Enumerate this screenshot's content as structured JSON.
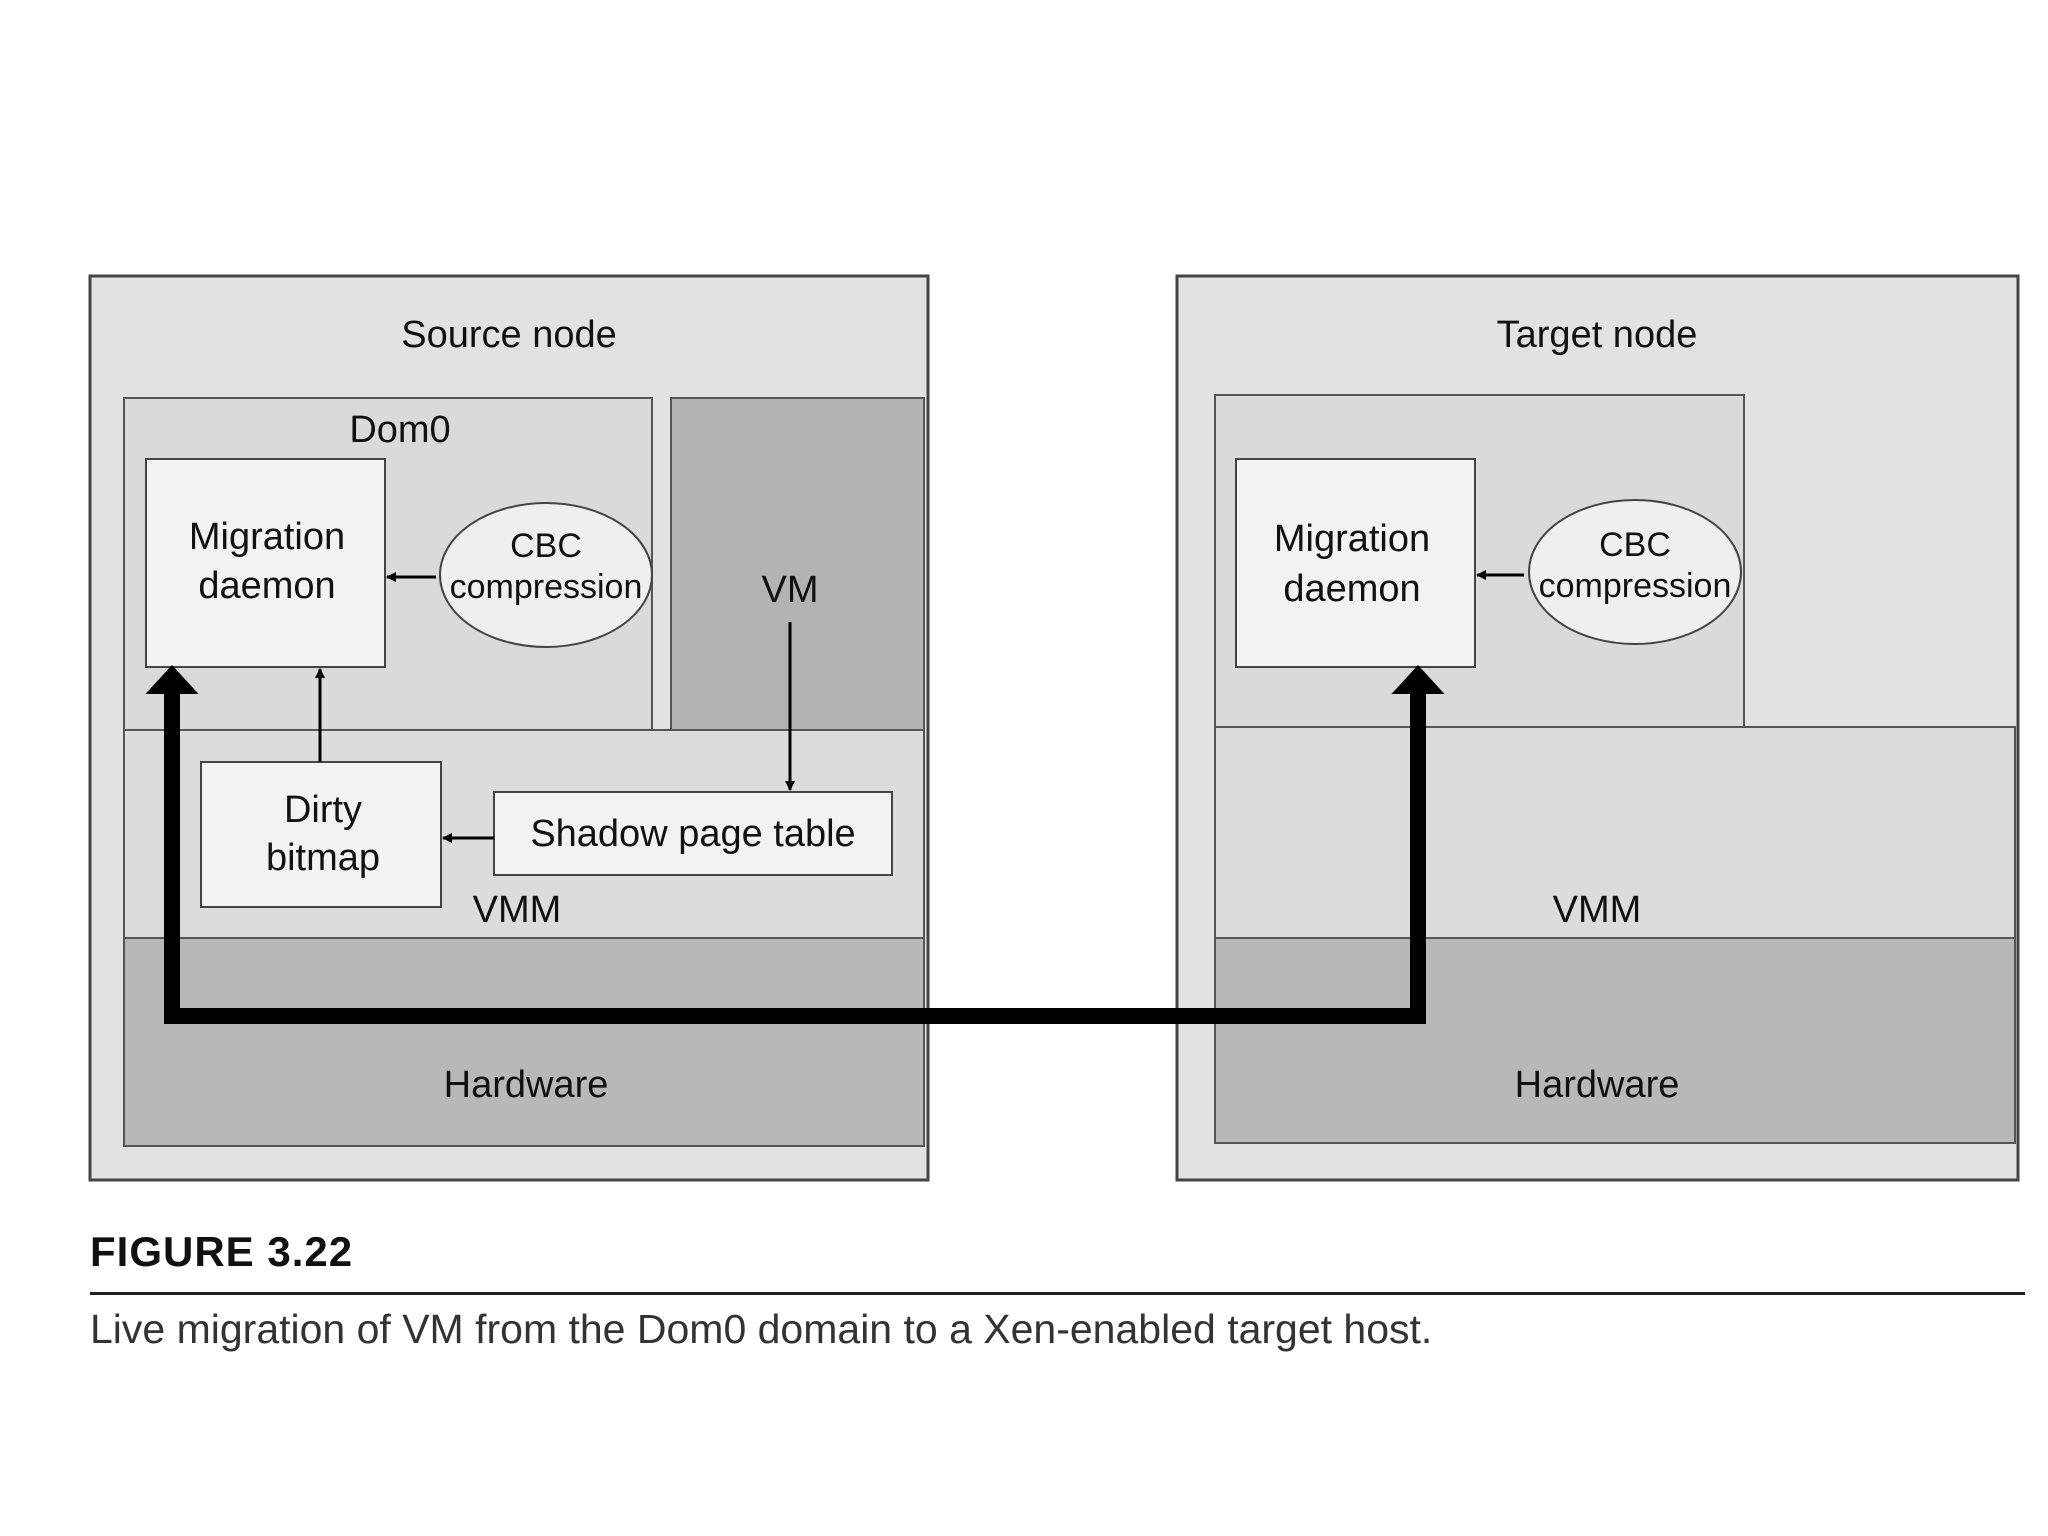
{
  "source_node": {
    "title": "Source node",
    "dom0": "Dom0",
    "migration_daemon": [
      "Migration",
      "daemon"
    ],
    "cbc_compression": [
      "CBC",
      "compression"
    ],
    "vm": "VM",
    "dirty_bitmap": [
      "Dirty",
      "bitmap"
    ],
    "shadow_page_table": "Shadow page table",
    "vmm": "VMM",
    "hardware": "Hardware"
  },
  "target_node": {
    "title": "Target node",
    "migration_daemon": [
      "Migration",
      "daemon"
    ],
    "cbc_compression": [
      "CBC",
      "compression"
    ],
    "vmm": "VMM",
    "hardware": "Hardware"
  },
  "figure": {
    "number": "FIGURE 3.22",
    "caption": "Live migration of VM from the Dom0 domain to a Xen-enabled target host."
  },
  "colors": {
    "node_bg": "#e2e2e2",
    "dom0_bg": "#dadada",
    "vm_bg": "#b3b3b3",
    "vmm_bg": "#dcdcdc",
    "hardware_bg": "#b8b8b8",
    "box_bg": "#f2f2f2",
    "stroke": "#444444",
    "migration_path": "#000000"
  }
}
